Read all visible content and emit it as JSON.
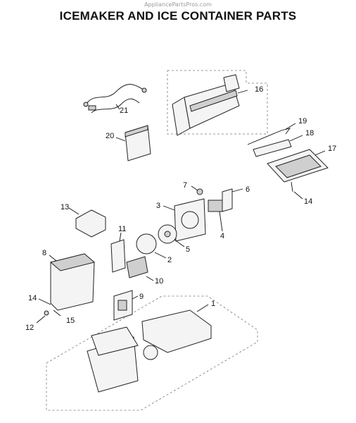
{
  "page": {
    "watermark": "AppliancePartsPros.com",
    "title": "ICEMAKER AND ICE CONTAINER PARTS"
  },
  "callouts": {
    "c1": "1",
    "c2": "2",
    "c3": "3",
    "c4": "4",
    "c5": "5",
    "c6": "6",
    "c7": "7",
    "c8": "8",
    "c9": "9",
    "c10": "10",
    "c11": "11",
    "c12": "12",
    "c13": "13",
    "c14a": "14",
    "c14b": "14",
    "c15": "15",
    "c16": "16",
    "c17": "17",
    "c18": "18",
    "c19": "19",
    "c20": "20",
    "c21": "21"
  }
}
